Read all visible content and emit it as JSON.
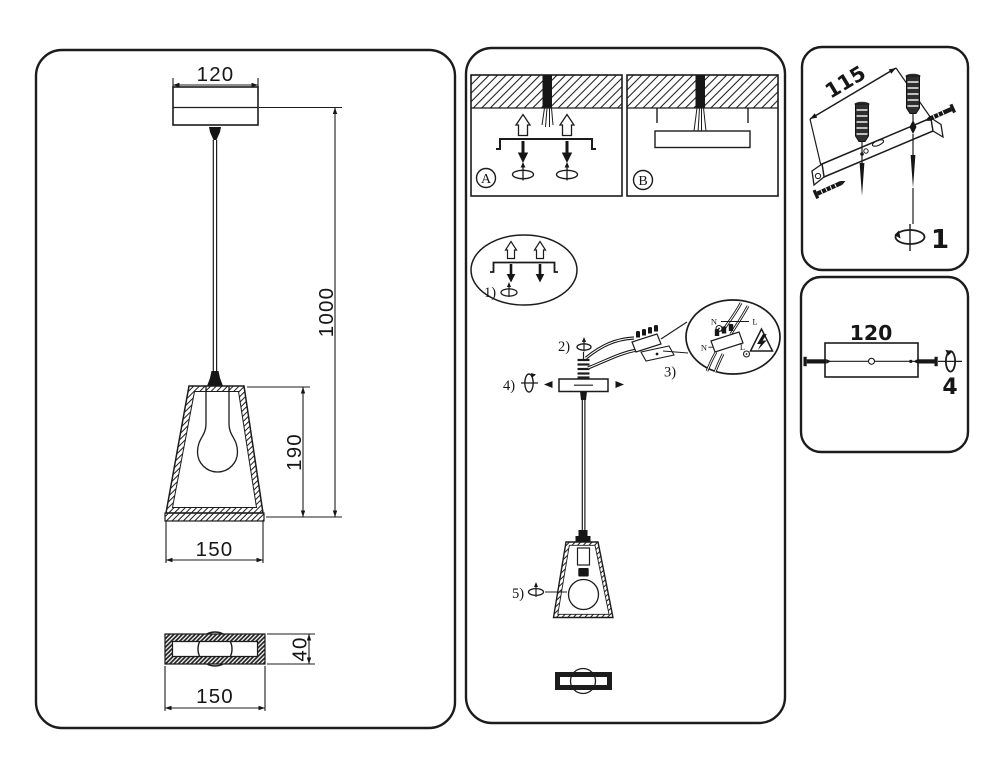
{
  "colors": {
    "ink": "#1c1c1c",
    "paper": "#ffffff"
  },
  "dimension_view": {
    "canopy_width": "120",
    "cable_length": "1000",
    "shade_height": "190",
    "shade_width": "150",
    "canopy_side_height": "40",
    "canopy_bottom_width": "150"
  },
  "installation_view": {
    "mount_option_a": "A",
    "mount_option_b": "B",
    "step_1": "1)",
    "step_2": "2)",
    "step_3": "3)",
    "step_4": "4)",
    "step_5": "5)",
    "wire_neutral_top": "N",
    "wire_live_top": "L",
    "wire_neutral_bottom": "N",
    "wire_live_bottom": "L"
  },
  "bracket_view": {
    "hole_spacing": "115",
    "step_number": "1"
  },
  "plate_view": {
    "plate_width": "120",
    "step_number": "4"
  }
}
